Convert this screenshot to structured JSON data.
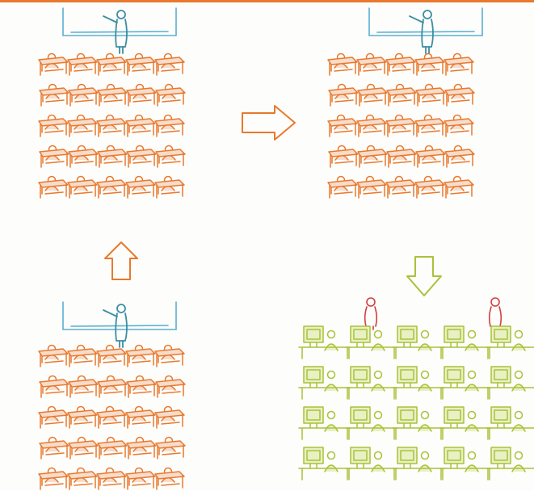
{
  "colors": {
    "top_rule": "#e8792e",
    "board": "#5aaed0",
    "teacher": "#3b8ea3",
    "desk": "#e8792e",
    "desk_fill": "#f7dccb",
    "arrow_right": "#e8792e",
    "arrow_up": "#e8792e",
    "arrow_down": "#a9c23a",
    "computer": "#a9c23a",
    "computer_fill": "#e9f0c4",
    "supervisor": "#d03f3f"
  },
  "panels": {
    "top_left": {
      "kind": "classroom",
      "desk_grid": {
        "rows": 5,
        "cols": 5
      }
    },
    "top_right": {
      "kind": "classroom",
      "desk_grid": {
        "rows": 5,
        "cols": 5
      }
    },
    "bottom_left": {
      "kind": "classroom",
      "desk_grid": {
        "rows": 5,
        "cols": 5
      }
    },
    "bottom_right": {
      "kind": "computer-lab",
      "workstation_grid": {
        "rows": 4,
        "cols": 5
      },
      "supervisors": 2
    }
  },
  "arrows": [
    {
      "id": "right",
      "direction": "right",
      "color": "arrow_right"
    },
    {
      "id": "up",
      "direction": "up",
      "color": "arrow_up"
    },
    {
      "id": "down",
      "direction": "down",
      "color": "arrow_down"
    }
  ],
  "icons": {
    "teacher": "person-at-blackboard-icon",
    "desk": "student-desk-icon",
    "workstation": "computer-workstation-icon",
    "supervisor": "supervisor-person-icon",
    "arrow_right": "arrow-right-icon",
    "arrow_up": "arrow-up-icon",
    "arrow_down": "arrow-down-icon"
  }
}
